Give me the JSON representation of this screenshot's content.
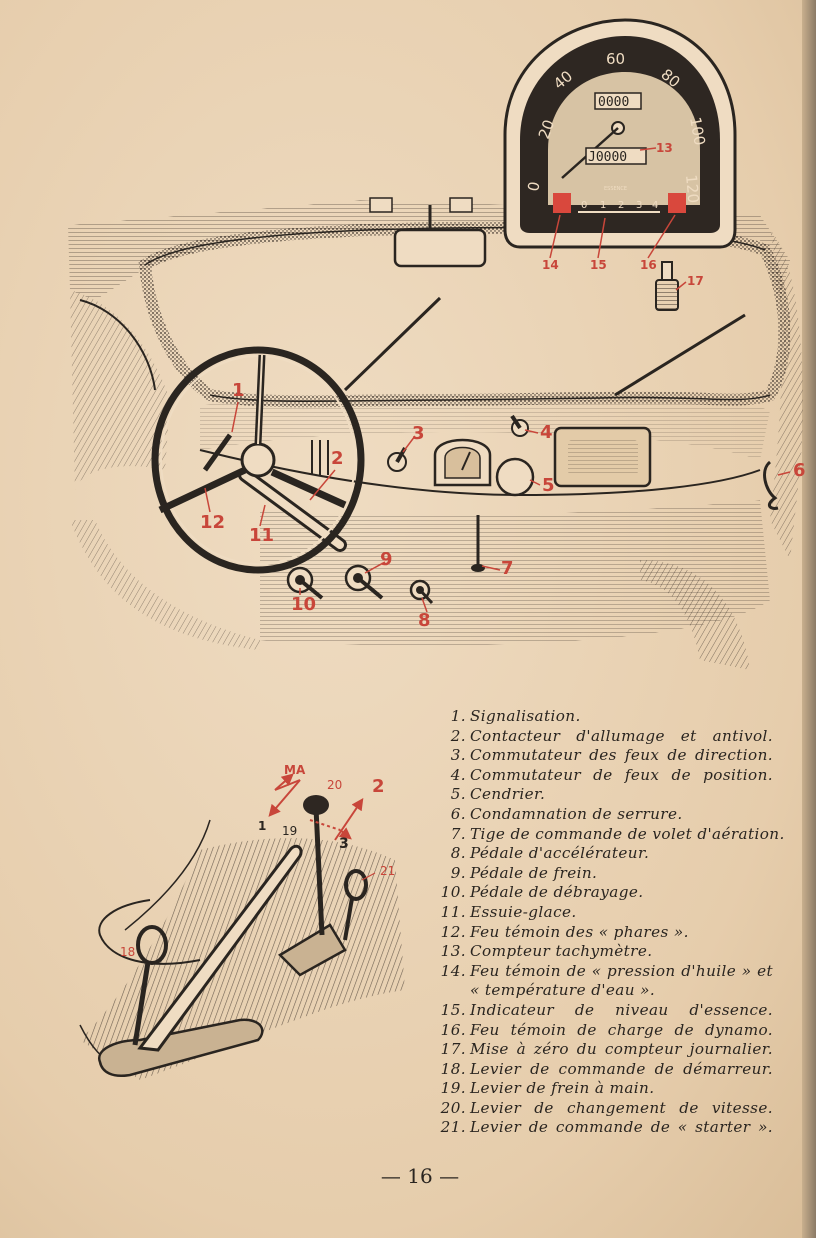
{
  "callouts": {
    "c1": "1",
    "c2": "2",
    "c3": "3",
    "c4": "4",
    "c5": "5",
    "c6": "6",
    "c7": "7",
    "c8": "8",
    "c9": "9",
    "c10": "10",
    "c11": "11",
    "c12": "12",
    "c13": "13",
    "c14": "14",
    "c15": "15",
    "c16": "16",
    "c17": "17",
    "c18": "18",
    "c19": "19",
    "c20": "20",
    "c21": "21",
    "gear_ma": "MA",
    "gear_1": "1",
    "gear_2": "2",
    "gear_3": "3"
  },
  "speedometer": {
    "scale": [
      "0",
      "20",
      "40",
      "60",
      "80",
      "100",
      "120"
    ],
    "trip_counter": "0000",
    "total_counter": "J0000",
    "fuel_label": "ESSENCE",
    "fuel_marks": [
      "0",
      "1",
      "2",
      "3",
      "4"
    ]
  },
  "legend": [
    {
      "n": "1.",
      "text": "Signalisation."
    },
    {
      "n": "2.",
      "text": "Contacteur d'allumage et antivol."
    },
    {
      "n": "3.",
      "text": "Commutateur des feux de direction."
    },
    {
      "n": "4.",
      "text": "Commutateur de feux de position."
    },
    {
      "n": "5.",
      "text": "Cendrier."
    },
    {
      "n": "6.",
      "text": "Condamnation de serrure."
    },
    {
      "n": "7.",
      "text": "Tige de commande de volet d'aération."
    },
    {
      "n": "8.",
      "text": "Pédale d'accélérateur."
    },
    {
      "n": "9.",
      "text": "Pédale de frein."
    },
    {
      "n": "10.",
      "text": "Pédale de débrayage."
    },
    {
      "n": "11.",
      "text": "Essuie-glace."
    },
    {
      "n": "12.",
      "text": "Feu témoin des « phares »."
    },
    {
      "n": "13.",
      "text": "Compteur tachymètre."
    },
    {
      "n": "14.",
      "text": "Feu témoin de « pression d'huile » et"
    },
    {
      "n": "",
      "text": "« température d'eau »."
    },
    {
      "n": "15.",
      "text": "Indicateur de niveau d'essence."
    },
    {
      "n": "16.",
      "text": "Feu témoin de charge de dynamo."
    },
    {
      "n": "17.",
      "text": "Mise à zéro du compteur journalier."
    },
    {
      "n": "18.",
      "text": "Levier de commande de démarreur."
    },
    {
      "n": "19.",
      "text": "Levier de frein à main."
    },
    {
      "n": "20.",
      "text": "Levier de changement de vitesse."
    },
    {
      "n": "21.",
      "text": "Levier de commande de « starter »."
    }
  ],
  "page_number": "— 16 —"
}
